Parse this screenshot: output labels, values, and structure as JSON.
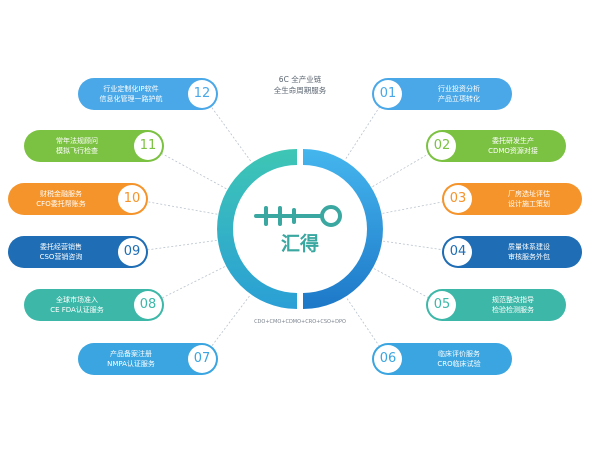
{
  "center": {
    "title_line1": "6C 全产业链",
    "title_line2": "全生命周期服务",
    "brand": "汇得",
    "chain": "CDO+CMO+CDMO+CRO+CSO+DPO"
  },
  "services": [
    {
      "num": "01",
      "line1": "行业投资分析",
      "line2": "产品立项转化",
      "color": "#4aa8e8"
    },
    {
      "num": "02",
      "line1": "委托研发生产",
      "line2": "CDMO资源对接",
      "color": "#7cc242"
    },
    {
      "num": "03",
      "line1": "厂房选址评估",
      "line2": "设计施工策划",
      "color": "#f5942b"
    },
    {
      "num": "04",
      "line1": "质量体系建设",
      "line2": "审核服务外包",
      "color": "#1e6db5"
    },
    {
      "num": "05",
      "line1": "规范整改指导",
      "line2": "检验检测服务",
      "color": "#3db8a8"
    },
    {
      "num": "06",
      "line1": "临床评价服务",
      "line2": "CRO临床试验",
      "color": "#3aa5e0"
    },
    {
      "num": "07",
      "line1": "产品备案注册",
      "line2": "NMPA认证服务",
      "color": "#3aa5e0"
    },
    {
      "num": "08",
      "line1": "全球市场准入",
      "line2": "CE FDA认证服务",
      "color": "#3db8a8"
    },
    {
      "num": "09",
      "line1": "委托经营销售",
      "line2": "CSO营销咨询",
      "color": "#1e6db5"
    },
    {
      "num": "10",
      "line1": "财税金融服务",
      "line2": "CFO委托帮账务",
      "color": "#f5942b"
    },
    {
      "num": "11",
      "line1": "常年法规顾问",
      "line2": "模拟飞行检查",
      "color": "#7cc242"
    },
    {
      "num": "12",
      "line1": "行业定制化IP软件",
      "line2": "信息化管理一路护航",
      "color": "#4aa8e8"
    }
  ]
}
